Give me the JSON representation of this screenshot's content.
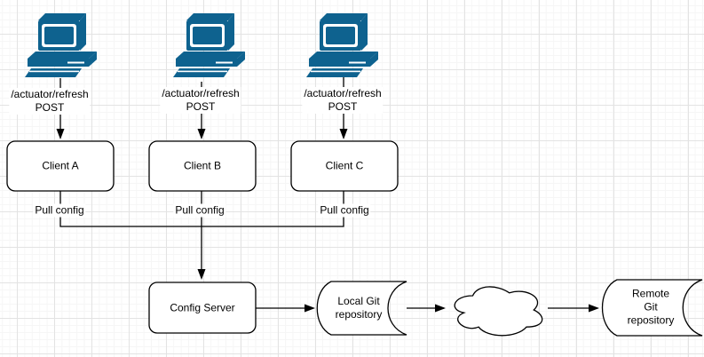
{
  "diagram": {
    "clients": [
      {
        "name": "Client A",
        "request": "/actuator/refresh\nPOST",
        "action": "Pull config"
      },
      {
        "name": "Client B",
        "request": "/actuator/refresh\nPOST",
        "action": "Pull config"
      },
      {
        "name": "Client C",
        "request": "/actuator/refresh\nPOST",
        "action": "Pull config"
      }
    ],
    "config_server": {
      "name": "Config Server"
    },
    "local_repo": {
      "name": "Local Git\nrepository"
    },
    "remote_repo": {
      "name": "Remote Git\nrepository"
    },
    "colors": {
      "icon_blue": "#0e628f",
      "shape_stroke": "#000000",
      "shape_fill": "#ffffff",
      "grid_major": "#e3e3e3",
      "grid_minor": "#f6f6f6"
    }
  }
}
